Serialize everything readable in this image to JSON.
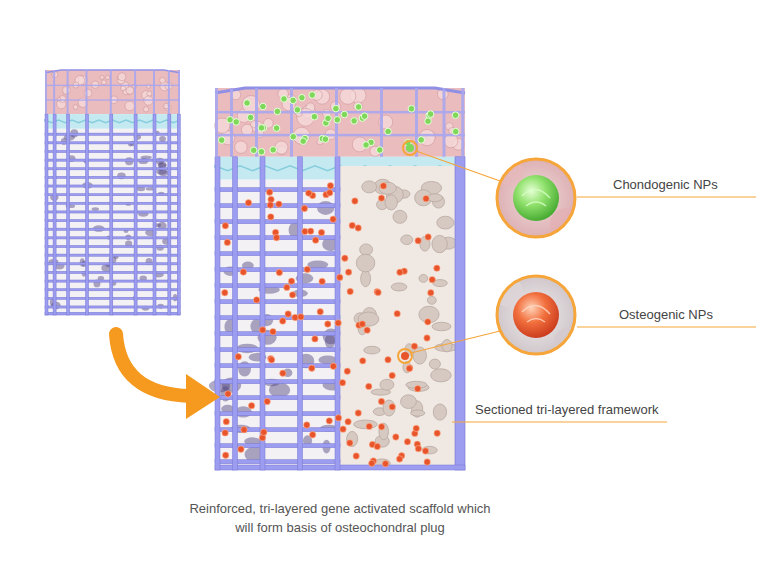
{
  "diagram": {
    "caption": "Reinforced, tri-layered gene activated scaffold which will form basis of osteochondral plug",
    "labels": [
      "Chondogenic NPs",
      "Osteogenic NPs",
      "Sectioned tri-layered framework"
    ]
  }
}
